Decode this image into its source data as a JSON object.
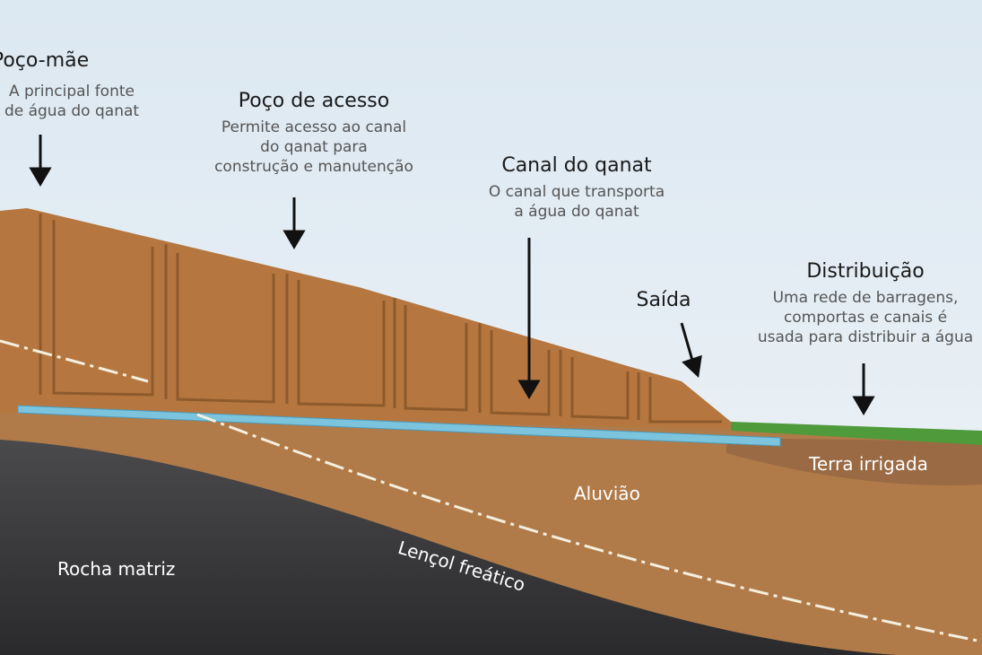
{
  "labels": {
    "mother_well": {
      "title": "Poço-mãe",
      "desc1": "A principal fonte",
      "desc2": "de água do qanat"
    },
    "access_well": {
      "title": "Poço de acesso",
      "desc1": "Permite acesso ao canal",
      "desc2": "do qanat para",
      "desc3": "construção e manutenção"
    },
    "canal": {
      "title": "Canal do qanat",
      "desc1": "O canal que transporta",
      "desc2": "a água do qanat"
    },
    "outlet": {
      "title": "Saída"
    },
    "distribution": {
      "title": "Distribuição",
      "desc1": "Uma rede de barragens,",
      "desc2": "comportas e canais é",
      "desc3": "usada para distribuir a água"
    },
    "irrigated_land": "Terra irrigada",
    "alluvium": "Aluvião",
    "water_table": "Lençol freático",
    "bedrock": "Rocha matriz"
  },
  "colors": {
    "sky": "#e3edf5",
    "soil": "#b5773f",
    "alluvium": "#b07b48",
    "bedrock": "#3a3a3c",
    "water": "#7cc4de",
    "grass": "#4f9a3a"
  }
}
